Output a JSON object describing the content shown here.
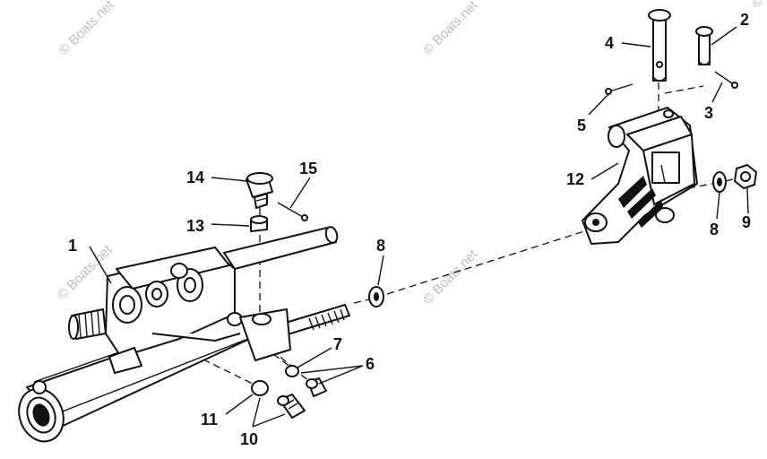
{
  "diagram": {
    "watermarks": [
      "© Boats.net",
      "© Boats.net",
      "© Boats.net",
      "© Boats.net",
      "© Boats.net"
    ],
    "callouts": [
      "1",
      "2",
      "3",
      "4",
      "5",
      "6",
      "7",
      "8",
      "8",
      "9",
      "10",
      "11",
      "12",
      "13",
      "14",
      "15"
    ]
  }
}
